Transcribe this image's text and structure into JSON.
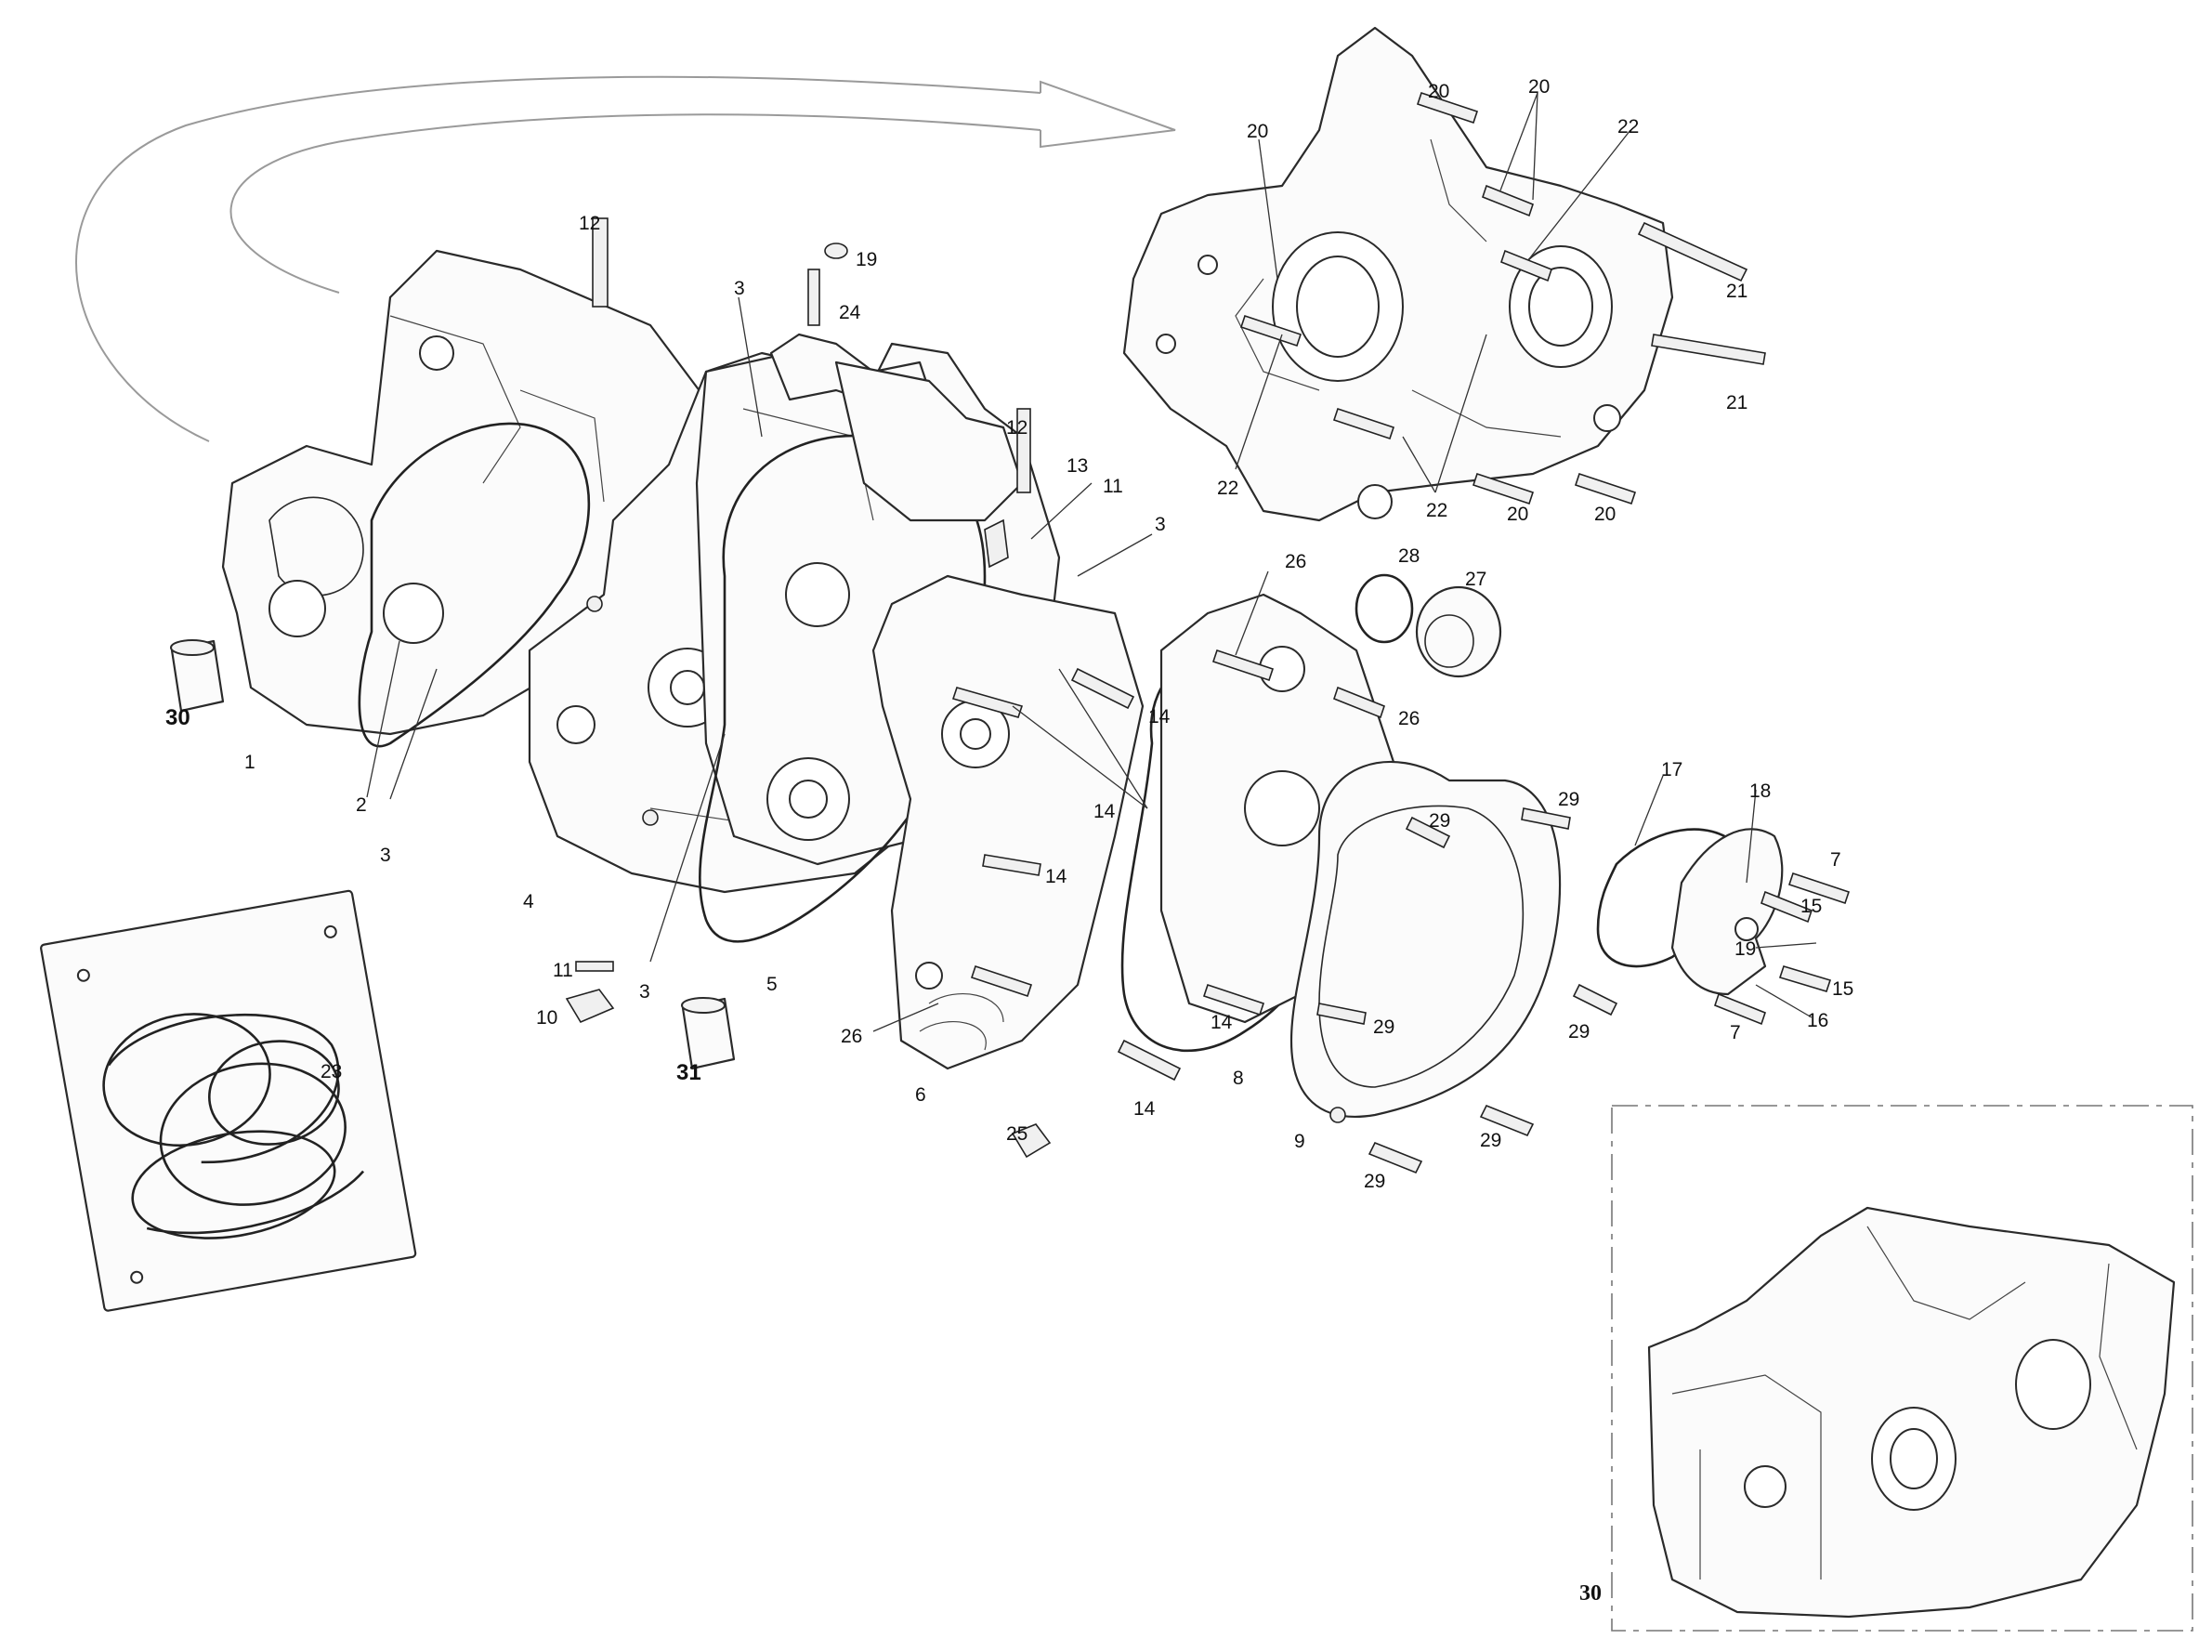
{
  "diagram": {
    "callouts": [
      {
        "id": "c1",
        "text": "1"
      },
      {
        "id": "c2",
        "text": "2"
      },
      {
        "id": "c3a",
        "text": "3"
      },
      {
        "id": "c3b",
        "text": "3"
      },
      {
        "id": "c3c",
        "text": "3"
      },
      {
        "id": "c3d",
        "text": "3"
      },
      {
        "id": "c4",
        "text": "4"
      },
      {
        "id": "c5",
        "text": "5"
      },
      {
        "id": "c6",
        "text": "6"
      },
      {
        "id": "c7a",
        "text": "7"
      },
      {
        "id": "c7b",
        "text": "7"
      },
      {
        "id": "c8",
        "text": "8"
      },
      {
        "id": "c9",
        "text": "9"
      },
      {
        "id": "c10",
        "text": "10"
      },
      {
        "id": "c11a",
        "text": "11"
      },
      {
        "id": "c11b",
        "text": "11"
      },
      {
        "id": "c12a",
        "text": "12"
      },
      {
        "id": "c12b",
        "text": "12"
      },
      {
        "id": "c13",
        "text": "13"
      },
      {
        "id": "c14a",
        "text": "14"
      },
      {
        "id": "c14b",
        "text": "14"
      },
      {
        "id": "c14c",
        "text": "14"
      },
      {
        "id": "c14d",
        "text": "14"
      },
      {
        "id": "c14e",
        "text": "14"
      },
      {
        "id": "c15a",
        "text": "15"
      },
      {
        "id": "c15b",
        "text": "15"
      },
      {
        "id": "c16",
        "text": "16"
      },
      {
        "id": "c17",
        "text": "17"
      },
      {
        "id": "c18",
        "text": "18"
      },
      {
        "id": "c19a",
        "text": "19"
      },
      {
        "id": "c19b",
        "text": "19"
      },
      {
        "id": "c20a",
        "text": "20"
      },
      {
        "id": "c20b",
        "text": "20"
      },
      {
        "id": "c20c",
        "text": "20"
      },
      {
        "id": "c20d",
        "text": "20"
      },
      {
        "id": "c20e",
        "text": "20"
      },
      {
        "id": "c21a",
        "text": "21"
      },
      {
        "id": "c21b",
        "text": "21"
      },
      {
        "id": "c22a",
        "text": "22"
      },
      {
        "id": "c22b",
        "text": "22"
      },
      {
        "id": "c22c",
        "text": "22"
      },
      {
        "id": "c23",
        "text": "23"
      },
      {
        "id": "c24",
        "text": "24"
      },
      {
        "id": "c25",
        "text": "25"
      },
      {
        "id": "c26a",
        "text": "26"
      },
      {
        "id": "c26b",
        "text": "26"
      },
      {
        "id": "c26c",
        "text": "26"
      },
      {
        "id": "c27",
        "text": "27"
      },
      {
        "id": "c28",
        "text": "28"
      },
      {
        "id": "c29a",
        "text": "29"
      },
      {
        "id": "c29b",
        "text": "29"
      },
      {
        "id": "c29c",
        "text": "29"
      },
      {
        "id": "c29d",
        "text": "29"
      },
      {
        "id": "c29e",
        "text": "29"
      },
      {
        "id": "c29f",
        "text": "29"
      },
      {
        "id": "c30",
        "text": "30"
      },
      {
        "id": "c31",
        "text": "31"
      }
    ],
    "inset": {
      "label": "30"
    }
  }
}
